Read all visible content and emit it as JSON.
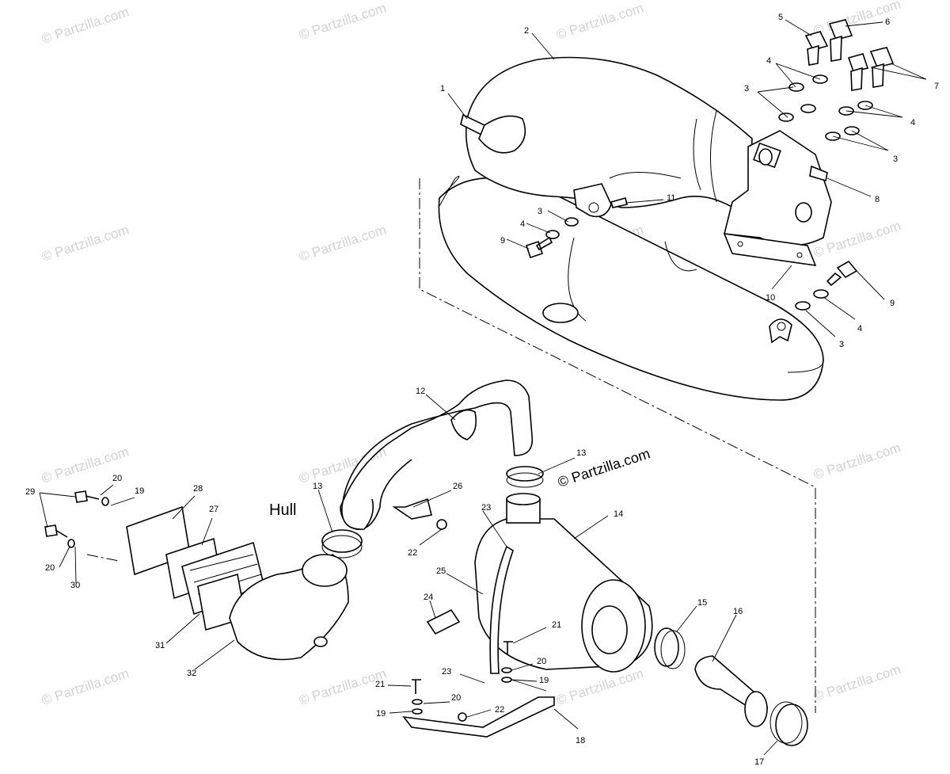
{
  "diagram": {
    "hull_label": "Hull",
    "copyright": "© Partzilla.com",
    "watermark": "© Partzilla.com",
    "callouts": {
      "c1": "1",
      "c2": "2",
      "c3a": "3",
      "c3b": "3",
      "c3c": "3",
      "c3d": "3",
      "c4a": "4",
      "c4b": "4",
      "c4c": "4",
      "c4d": "4",
      "c5": "5",
      "c6": "6",
      "c7": "7",
      "c8": "8",
      "c9a": "9",
      "c9b": "9",
      "c10": "10",
      "c11": "11",
      "c12": "12",
      "c13a": "13",
      "c13b": "13",
      "c14": "14",
      "c15": "15",
      "c16": "16",
      "c17": "17",
      "c18": "18",
      "c19a": "19",
      "c19b": "19",
      "c19c": "19",
      "c20a": "20",
      "c20b": "20",
      "c20c": "20",
      "c20d": "20",
      "c21a": "21",
      "c21b": "21",
      "c22a": "22",
      "c22b": "22",
      "c23a": "23",
      "c23b": "23",
      "c24": "24",
      "c25": "25",
      "c26": "26",
      "c27": "27",
      "c28": "28",
      "c29": "29",
      "c30": "30",
      "c31": "31",
      "c32": "32"
    }
  }
}
